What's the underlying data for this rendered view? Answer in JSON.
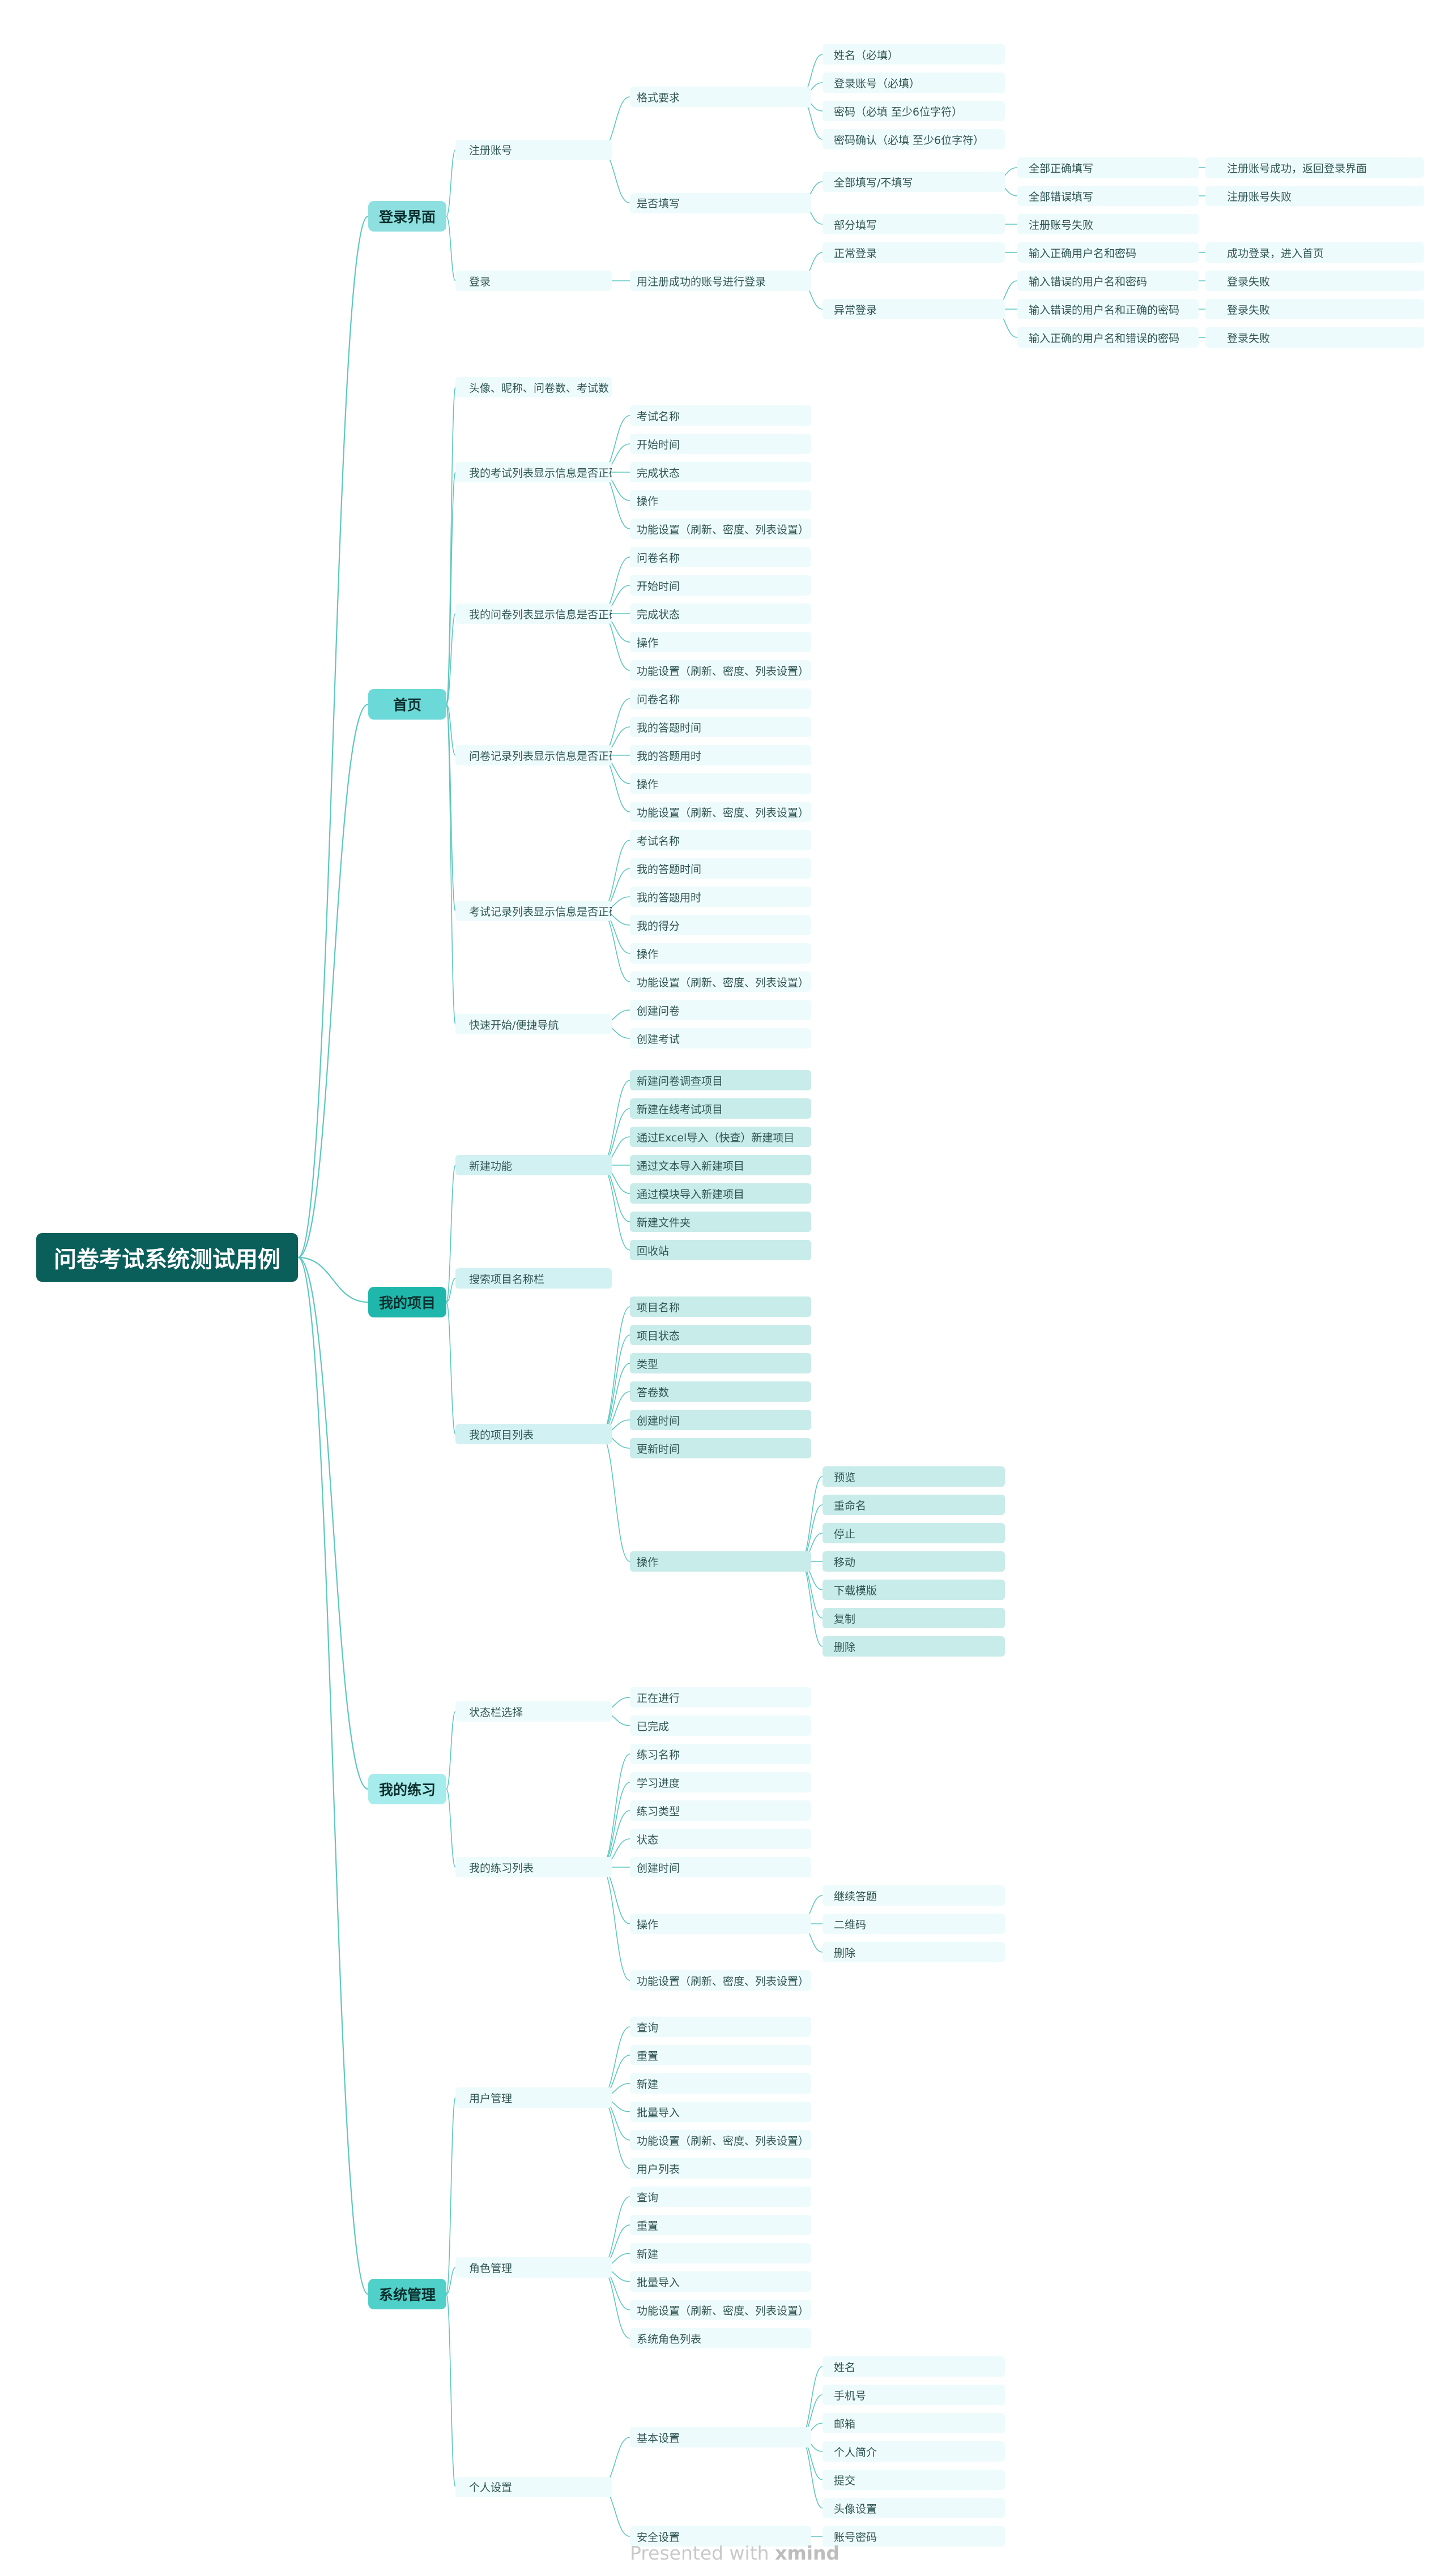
{
  "colors": {
    "root": "#0a5f5a",
    "link": "#5fc7c0",
    "section_login": "#8ee0e0",
    "section_home": "#6bd9d7",
    "section_project": "#1fb7ac",
    "section_practice": "#a7ecec",
    "section_system": "#4fd0c8",
    "branch_light": "#eefbfc",
    "branch_mid": "#d2f1f2",
    "branch_project": "#c8ecea"
  },
  "mindmap": {
    "title": "问卷考试系统测试用例",
    "sections": [
      {
        "label": "登录界面",
        "children": [
          {
            "label": "注册账号",
            "children": [
              {
                "label": "格式要求",
                "children": [
                  {
                    "label": "姓名（必填）"
                  },
                  {
                    "label": "登录账号（必填）"
                  },
                  {
                    "label": "密码（必填 至少6位字符）"
                  },
                  {
                    "label": "密码确认（必填 至少6位字符）"
                  }
                ]
              },
              {
                "label": "是否填写",
                "children": [
                  {
                    "label": "全部填写/不填写",
                    "children": [
                      {
                        "label": "全部正确填写",
                        "children": [
                          {
                            "label": "注册账号成功，返回登录界面"
                          }
                        ]
                      },
                      {
                        "label": "全部错误填写",
                        "children": [
                          {
                            "label": "注册账号失败"
                          }
                        ]
                      }
                    ]
                  },
                  {
                    "label": "部分填写",
                    "children": [
                      {
                        "label": "注册账号失败"
                      }
                    ]
                  }
                ]
              }
            ]
          },
          {
            "label": "登录",
            "children": [
              {
                "label": "用注册成功的账号进行登录",
                "children": [
                  {
                    "label": "正常登录",
                    "children": [
                      {
                        "label": "输入正确用户名和密码",
                        "children": [
                          {
                            "label": "成功登录，进入首页"
                          }
                        ]
                      }
                    ]
                  },
                  {
                    "label": "异常登录",
                    "children": [
                      {
                        "label": "输入错误的用户名和密码",
                        "children": [
                          {
                            "label": "登录失败"
                          }
                        ]
                      },
                      {
                        "label": "输入错误的用户名和正确的密码",
                        "children": [
                          {
                            "label": "登录失败"
                          }
                        ]
                      },
                      {
                        "label": "输入正确的用户名和错误的密码",
                        "children": [
                          {
                            "label": "登录失败"
                          }
                        ]
                      }
                    ]
                  }
                ]
              }
            ]
          }
        ]
      },
      {
        "label": "首页",
        "children": [
          {
            "label": "头像、昵称、问卷数、考试数"
          },
          {
            "label": "我的考试列表显示信息是否正确",
            "children": [
              {
                "label": "考试名称"
              },
              {
                "label": "开始时间"
              },
              {
                "label": "完成状态"
              },
              {
                "label": "操作"
              },
              {
                "label": "功能设置（刷新、密度、列表设置）"
              }
            ]
          },
          {
            "label": "我的问卷列表显示信息是否正确",
            "children": [
              {
                "label": "问卷名称"
              },
              {
                "label": "开始时间"
              },
              {
                "label": "完成状态"
              },
              {
                "label": "操作"
              },
              {
                "label": "功能设置（刷新、密度、列表设置）"
              }
            ]
          },
          {
            "label": "问卷记录列表显示信息是否正确",
            "children": [
              {
                "label": "问卷名称"
              },
              {
                "label": "我的答题时间"
              },
              {
                "label": "我的答题用时"
              },
              {
                "label": "操作"
              },
              {
                "label": "功能设置（刷新、密度、列表设置）"
              }
            ]
          },
          {
            "label": "考试记录列表显示信息是否正确",
            "children": [
              {
                "label": "考试名称"
              },
              {
                "label": "我的答题时间"
              },
              {
                "label": "我的答题用时"
              },
              {
                "label": "我的得分"
              },
              {
                "label": "操作"
              },
              {
                "label": "功能设置（刷新、密度、列表设置）"
              }
            ]
          },
          {
            "label": "快速开始/便捷导航",
            "children": [
              {
                "label": "创建问卷"
              },
              {
                "label": "创建考试"
              }
            ]
          }
        ]
      },
      {
        "label": "我的项目",
        "children": [
          {
            "label": "新建功能",
            "children": [
              {
                "label": "新建问卷调查项目"
              },
              {
                "label": "新建在线考试项目"
              },
              {
                "label": "通过Excel导入（快查）新建项目"
              },
              {
                "label": "通过文本导入新建项目"
              },
              {
                "label": "通过模块导入新建项目"
              },
              {
                "label": "新建文件夹"
              },
              {
                "label": "回收站"
              }
            ]
          },
          {
            "label": "搜索项目名称栏"
          },
          {
            "label": "我的项目列表",
            "children": [
              {
                "label": "项目名称"
              },
              {
                "label": "项目状态"
              },
              {
                "label": "类型"
              },
              {
                "label": "答卷数"
              },
              {
                "label": "创建时间"
              },
              {
                "label": "更新时间"
              },
              {
                "label": "操作",
                "children": [
                  {
                    "label": "预览"
                  },
                  {
                    "label": "重命名"
                  },
                  {
                    "label": "停止"
                  },
                  {
                    "label": "移动"
                  },
                  {
                    "label": "下载模版"
                  },
                  {
                    "label": "复制"
                  },
                  {
                    "label": "删除"
                  }
                ]
              }
            ]
          }
        ]
      },
      {
        "label": "我的练习",
        "children": [
          {
            "label": "状态栏选择",
            "children": [
              {
                "label": "正在进行"
              },
              {
                "label": "已完成"
              }
            ]
          },
          {
            "label": "我的练习列表",
            "children": [
              {
                "label": "练习名称"
              },
              {
                "label": "学习进度"
              },
              {
                "label": "练习类型"
              },
              {
                "label": "状态"
              },
              {
                "label": "创建时间"
              },
              {
                "label": "操作",
                "children": [
                  {
                    "label": "继续答题"
                  },
                  {
                    "label": "二维码"
                  },
                  {
                    "label": "删除"
                  }
                ]
              },
              {
                "label": "功能设置（刷新、密度、列表设置）"
              }
            ]
          }
        ]
      },
      {
        "label": "系统管理",
        "children": [
          {
            "label": "用户管理",
            "children": [
              {
                "label": "查询"
              },
              {
                "label": "重置"
              },
              {
                "label": "新建"
              },
              {
                "label": "批量导入"
              },
              {
                "label": "功能设置（刷新、密度、列表设置）"
              },
              {
                "label": "用户列表"
              }
            ]
          },
          {
            "label": "角色管理",
            "children": [
              {
                "label": "查询"
              },
              {
                "label": "重置"
              },
              {
                "label": "新建"
              },
              {
                "label": "批量导入"
              },
              {
                "label": "功能设置（刷新、密度、列表设置）"
              },
              {
                "label": "系统角色列表"
              }
            ]
          },
          {
            "label": "个人设置",
            "children": [
              {
                "label": "基本设置",
                "children": [
                  {
                    "label": "姓名"
                  },
                  {
                    "label": "手机号"
                  },
                  {
                    "label": "邮箱"
                  },
                  {
                    "label": "个人简介"
                  },
                  {
                    "label": "提交"
                  },
                  {
                    "label": "头像设置"
                  }
                ]
              },
              {
                "label": "安全设置",
                "children": [
                  {
                    "label": "账号密码"
                  }
                ]
              }
            ]
          }
        ]
      }
    ]
  },
  "footer": {
    "prefix": "Presented with",
    "brand": "xmind"
  }
}
